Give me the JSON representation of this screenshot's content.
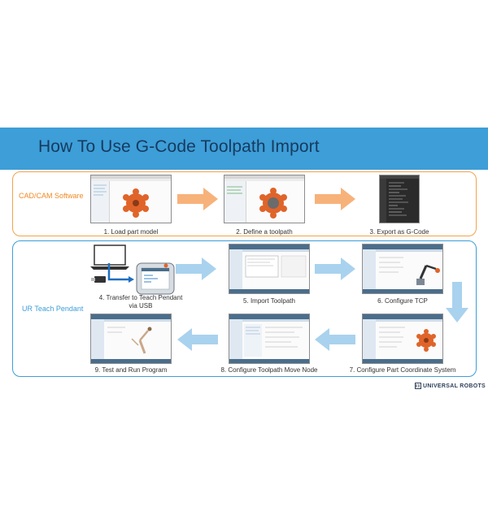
{
  "title": "How To Use G-Code Toolpath Import",
  "groups": {
    "cad_label": "CAD/CAM Software",
    "ur_label": "UR Teach Pendant"
  },
  "steps": [
    "1. Load part model",
    "2. Define a toolpath",
    "3. Export as G-Code",
    "4. Transfer to Teach Pendant via USB",
    "5. Import Toolpath",
    "6. Configure TCP",
    "7. Configure Part Coordinate System",
    "8. Configure Toolpath Move Node",
    "9. Test and Run Program"
  ],
  "logo": "UNIVERSAL ROBOTS",
  "colors": {
    "banner": "#3d9ed8",
    "cad_border": "#f2a34a",
    "ur_border": "#3d9ed8",
    "cad_arrow": "#f7b27a",
    "ur_arrow": "#a9d2ee"
  }
}
